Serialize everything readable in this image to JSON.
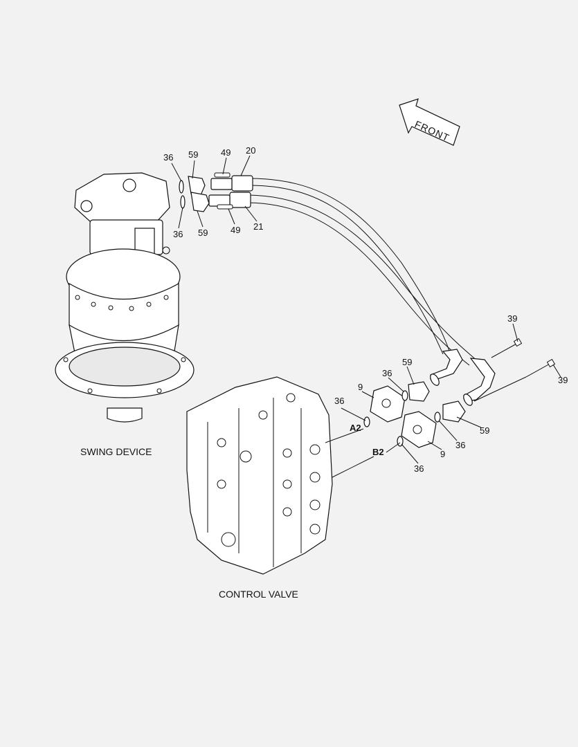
{
  "front_arrow": {
    "label": "FRONT"
  },
  "captions": {
    "swing_device": "SWING DEVICE",
    "control_valve": "CONTROL VALVE"
  },
  "ports": {
    "a2": "A2",
    "b2": "B2"
  },
  "callouts": {
    "c36_top": "36",
    "c59_top": "59",
    "c49_top": "49",
    "c20": "20",
    "c36_motor": "36",
    "c59_motor": "59",
    "c49_bottom": "49",
    "c21": "21",
    "c39_upper": "39",
    "c39_lower": "39",
    "c59_right_upper": "59",
    "c36_right_upper": "36",
    "c9_upper": "9",
    "c36_a2": "36",
    "c59_right_lower": "59",
    "c36_right_lower": "36",
    "c9_lower": "9",
    "c36_b2": "36"
  },
  "colors": {
    "background": "#f2f2f2",
    "ink": "#111111"
  }
}
